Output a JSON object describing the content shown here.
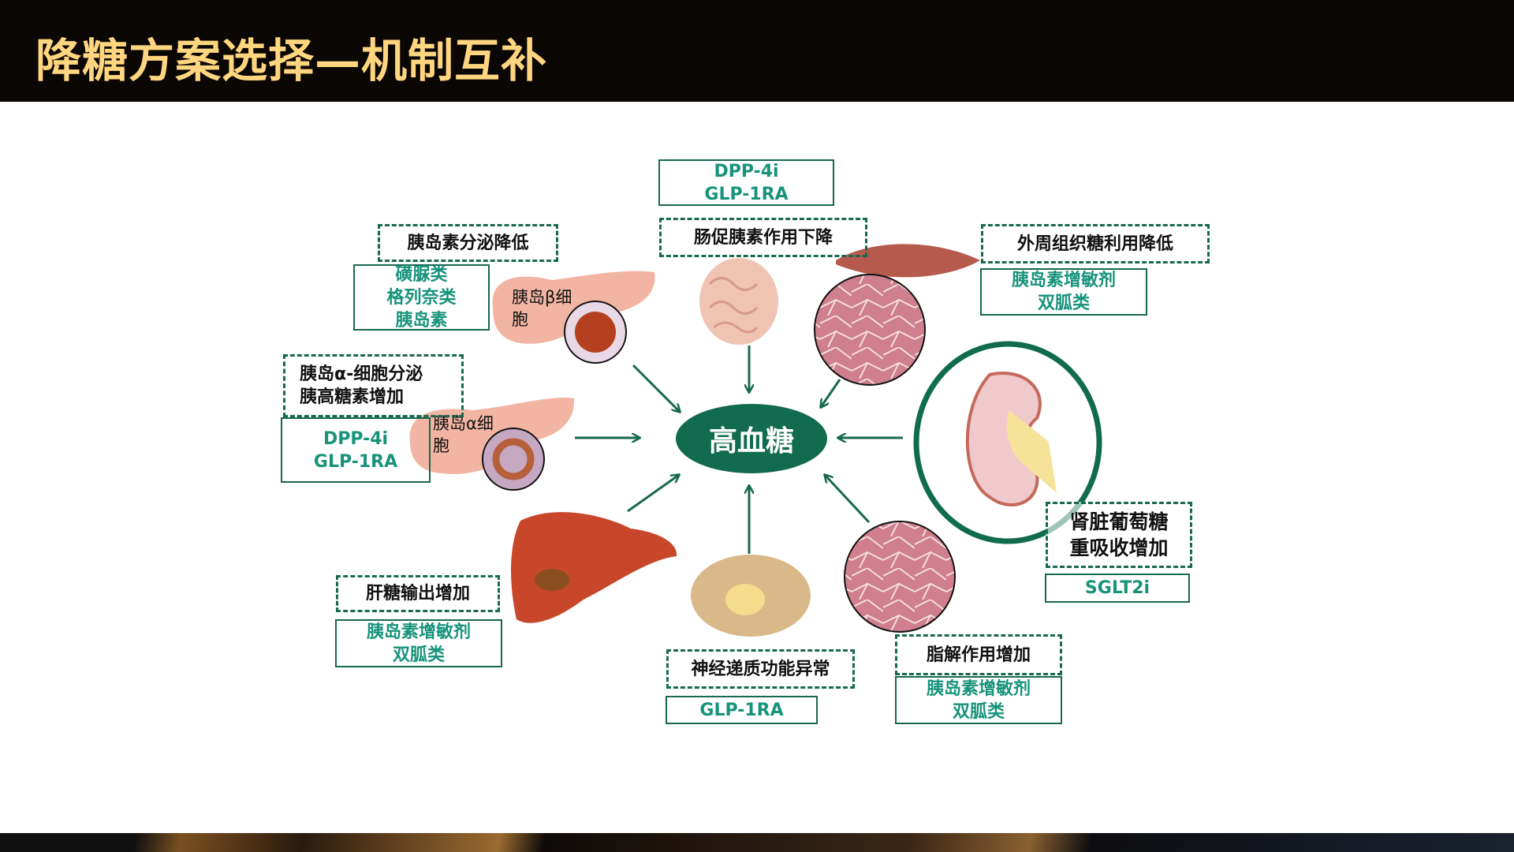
{
  "header": {
    "title": "降糖方案选择—机制互补"
  },
  "center": {
    "label": "高血糖"
  },
  "nodes": {
    "incretin": {
      "problem": "肠促胰素作用下降",
      "drugs": [
        "DPP-4i",
        "GLP-1RA"
      ]
    },
    "insulin_secretion": {
      "problem": "胰岛素分泌降低",
      "drugs": [
        "磺脲类",
        "格列奈类",
        "胰岛素"
      ],
      "cell_label": "胰岛β细胞"
    },
    "glucagon": {
      "problem": [
        "胰岛α-细胞分泌",
        "胰高糖素增加"
      ],
      "drugs": [
        "DPP-4i",
        "GLP-1RA"
      ],
      "cell_label": "胰岛α细胞"
    },
    "peripheral": {
      "problem": "外周组织糖利用降低",
      "drugs": [
        "胰岛素增敏剂",
        "双胍类"
      ]
    },
    "kidney": {
      "problem": [
        "肾脏葡萄糖",
        "重吸收增加"
      ],
      "drugs": [
        "SGLT2i"
      ]
    },
    "liver": {
      "problem": "肝糖输出增加",
      "drugs": [
        "胰岛素增敏剂",
        "双胍类"
      ]
    },
    "neuro": {
      "problem": "神经递质功能异常",
      "drugs": [
        "GLP-1RA"
      ]
    },
    "lipolysis": {
      "problem": "脂解作用增加",
      "drugs": [
        "胰岛素增敏剂",
        "双胍类"
      ]
    }
  },
  "colors": {
    "accent": "#106b4f",
    "drug_text": "#17937a",
    "title": "#ffd680"
  }
}
